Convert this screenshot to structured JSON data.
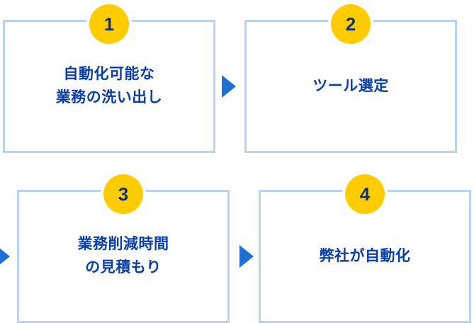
{
  "diagram": {
    "type": "process-flow",
    "steps": [
      {
        "number": "1",
        "label": "自動化可能な\n業務の洗い出し"
      },
      {
        "number": "2",
        "label": "ツール選定"
      },
      {
        "number": "3",
        "label": "業務削減時間\nの見積もり"
      },
      {
        "number": "4",
        "label": "弊社が自動化"
      }
    ],
    "colors": {
      "badge_fill": "#ffcc00",
      "badge_text": "#12306e",
      "box_border": "#b9d4f2",
      "box_fill": "#ffffff",
      "label_text": "#0b3fa8",
      "arrow_fill": "#1f6fd4",
      "background": "#ffffff"
    }
  }
}
